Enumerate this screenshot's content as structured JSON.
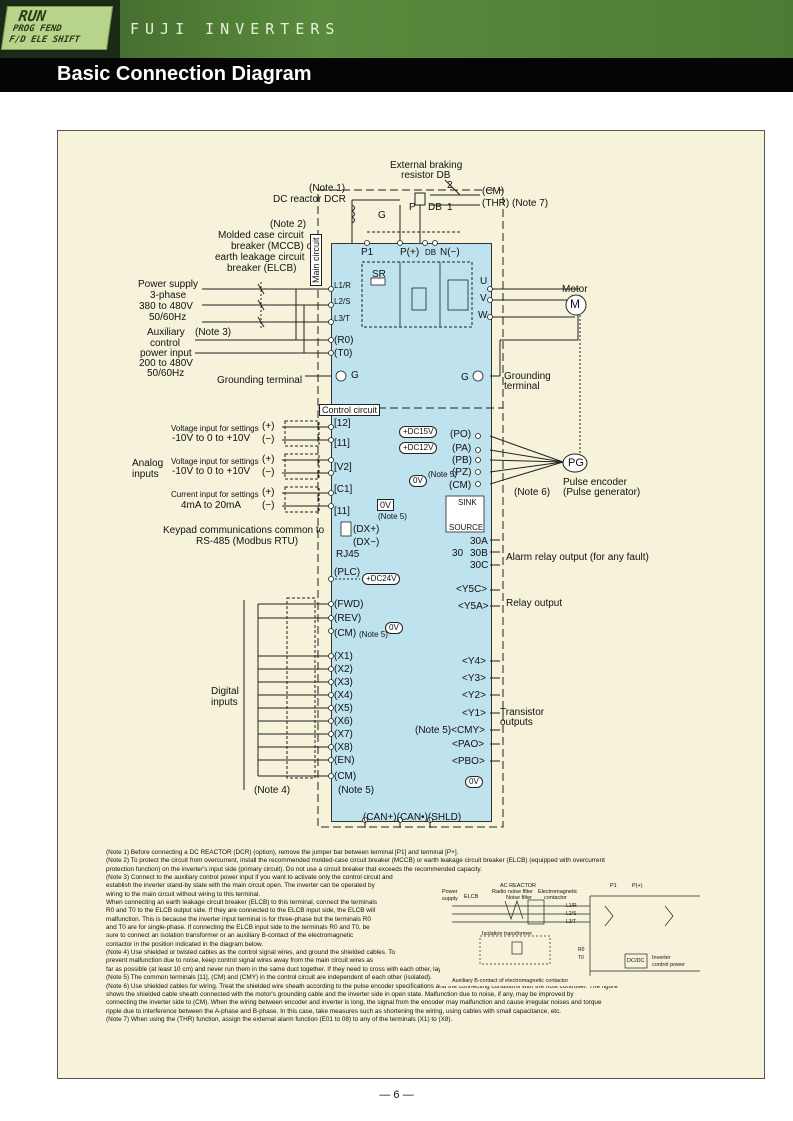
{
  "header": {
    "logo_line1": "RUN",
    "logo_line2": "PROG FEND",
    "logo_line3": "F/D ELE SHIFT",
    "brand": "FUJI INVERTERS",
    "title": "Basic Connection Diagram"
  },
  "diagram": {
    "ext_brake_1": "External braking",
    "ext_brake_2": "resistor DB",
    "note1": "(Note 1)",
    "dcr": "DC reactor DCR",
    "note2": "(Note 2)",
    "mccb_1": "Molded case circuit",
    "mccb_2": "breaker (MCCB) or",
    "mccb_3": "earth leakage circuit",
    "mccb_4": "breaker (ELCB)",
    "ps_1": "Power supply",
    "ps_2": "3-phase",
    "ps_3": "380 to 480V",
    "ps_4": "50/60Hz",
    "aux_1": "Auxiliary",
    "aux_2": "control",
    "aux_3": "power input",
    "aux_4": "200 to 480V",
    "aux_5": "50/60Hz",
    "note3": "(Note 3)",
    "gnd_term": "Grounding terminal",
    "gnd_term_r1": "Grounding",
    "gnd_term_r2": "terminal",
    "cm_top": "(CM)",
    "thr": "(THR) (Note 7)",
    "g": "G",
    "p": "P",
    "db": "DB",
    "n2": "2",
    "n1": "1",
    "p1": "P1",
    "pplus": "P(+)",
    "dbt": "DB",
    "nminus": "N(−)",
    "main_circuit": "Main circuit",
    "control_circuit": "Control circuit",
    "l1": "L1/R",
    "l2": "L2/S",
    "l3": "L3/T",
    "sr": "SR",
    "u": "U",
    "v": "V",
    "w": "W",
    "motor": "Motor",
    "m": "M",
    "r0": "(R0)",
    "t0": "(T0)",
    "gg": "G",
    "volt1": "Voltage input for settings",
    "volt1v": "-10V to 0 to +10V",
    "volt2": "Voltage input for settings",
    "volt2v": "-10V to 0 to +10V",
    "cur": "Current input for settings",
    "curv": "4mA to 20mA",
    "analog_1": "Analog",
    "analog_2": "inputs",
    "plus": "(+)",
    "minus": "(−)",
    "t12": "[12]",
    "t11a": "[11]",
    "tv2": "[V2]",
    "tc1": "[C1]",
    "t11b": "[11]",
    "zerov": "0V",
    "note5": "(Note 5)",
    "keypad_1": "Keypad communications common to",
    "keypad_2": "RS-485 (Modbus RTU)",
    "dxp": "(DX+)",
    "dxm": "(DX−)",
    "rj45": "RJ45",
    "dc15": "+DC15V",
    "dc12": "+DC12V",
    "po": "(PO)",
    "pa": "(PA)",
    "pb": "(PB)",
    "pz": "(PZ)",
    "cm_pg": "(CM)",
    "note5pg": "(Note 5)",
    "pg": "PG",
    "note6": "(Note 6)",
    "pulse_1": "Pulse encoder",
    "pulse_2": "(Pulse generator)",
    "sink": "SINK",
    "source": "SOURCE",
    "a30": "30A",
    "b30": "30B",
    "c30": "30C",
    "r30": "30",
    "alarm": "Alarm relay output (for any fault)",
    "y5c": "<Y5C>",
    "y5a": "<Y5A>",
    "relay": "Relay output",
    "plc": "(PLC)",
    "dc24": "+DC24V",
    "fwd": "(FWD)",
    "rev": "(REV)",
    "cm_d": "(CM)",
    "note5d": "(Note 5)",
    "x1": "(X1)",
    "x2": "(X2)",
    "x3": "(X3)",
    "x4": "(X4)",
    "x5": "(X5)",
    "x6": "(X6)",
    "x7": "(X7)",
    "x8": "(X8)",
    "en": "(EN)",
    "cm_b": "(CM)",
    "digital_1": "Digital",
    "digital_2": "inputs",
    "note4": "(Note 4)",
    "note5b": "(Note 5)",
    "y4": "<Y4>",
    "y3": "<Y3>",
    "y2": "<Y2>",
    "y1": "<Y1>",
    "cmy": "(Note 5)<CMY>",
    "pao": "<PAO>",
    "pbo": "<PBO>",
    "zv2": "0V",
    "transistor_1": "Transistor",
    "transistor_2": "outputs",
    "can": "(CAN+)(CAN•)(SHLD)"
  },
  "notes": [
    "(Note 1) Before connecting a DC REACTOR (DCR) (option), remove the jumper bar between terminal [P1] and terminal [P+].",
    "(Note 2) To protect the circuit from overcurrent, install the recommended molded-case circuit breaker (MCCB) or earth leakage circuit breaker (ELCB) (equipped with overcurrent",
    "              protection function) on the inverter's input side (primary circuit). Do not use a circuit breaker that exceeds the recommended capacity.",
    "(Note 3) Connect to the auxiliary control power input if you want to activate only the control circuit and",
    "              establish the inverter stand-by state with the main circuit open. The inverter can be operated by",
    "              wiring to the main circuit without wiring to this terminal.",
    "              When connecting an earth leakage circuit breaker (ELCB) to this terminal, connect the terminals",
    "              R0 and T0 to the ELCB output side. If they are connected to the ELCB input side, the ELCB will",
    "              malfunction. This is because the inverter input terminal is for three-phase but the terminals R0",
    "              and T0 are for single-phase. If connecting the ELCB input side to the terminals R0 and T0, be",
    "              sure to connect an isolation transformer or an auxiliary B-contact of the electromagnetic",
    "              contactor in the position indicated in the diagram below.",
    "(Note 4) Use shielded or twisted cables as the control signal wires, and ground the shielded cables. To",
    "              prevent malfunction due to noise, keep control signal wires away from the main circuit wires as",
    "              far as possible (at least 10 cm) and never run them in the same duct together. If they need to cross with each other, lay them at right angles.",
    "(Note 5) The common terminals [11], (CM) and (CMY) in the control circuit are independent of each other (isolated).",
    "(Note 6) Use shielded cables for wiring. Treat the shielded wire sheath according to the pulse encoder specifications and the connecting conditions with the host controller. The figure",
    "              shows the shielded cable sheath connected with the motor's grounding cable and the inverter side in open state. Malfunction due to noise, if any, may be improved by",
    "              connecting the inverter side to (CM). When the wiring between encoder and inverter is long, the signal from the encoder may malfunction and cause irregular noises and torque",
    "              ripple due to interference between the A-phase and B-phase. In this case, take measures such as shortening the wiring, using cables with small capacitance, etc.",
    "(Note 7) When using the (THR) function, assign the external alarm function (E01 to 08) to any of the terminals (X1) to (X8)."
  ],
  "mini": {
    "ps": "Power",
    "ps2": "supply",
    "elcb": "ELCB",
    "acr_1": "AC REACTOR",
    "acr_2": "Radio noise filter",
    "acr_3": "Noise filter",
    "mc_1": "Electromagnetic",
    "mc_2": "contactor",
    "iso": "Isolation transformer",
    "auxb": "Auxiliary B-contact of electromagnetic contactor",
    "p1": "P1",
    "pp": "P(+)",
    "dcdc": "DC/DC",
    "icp_1": "Inverter",
    "icp_2": "control power",
    "r0": "R0",
    "t0": "T0",
    "l1": "L1/R",
    "l2": "L2/S",
    "l3": "L3/T"
  },
  "footer": {
    "page": "— 6 —"
  }
}
